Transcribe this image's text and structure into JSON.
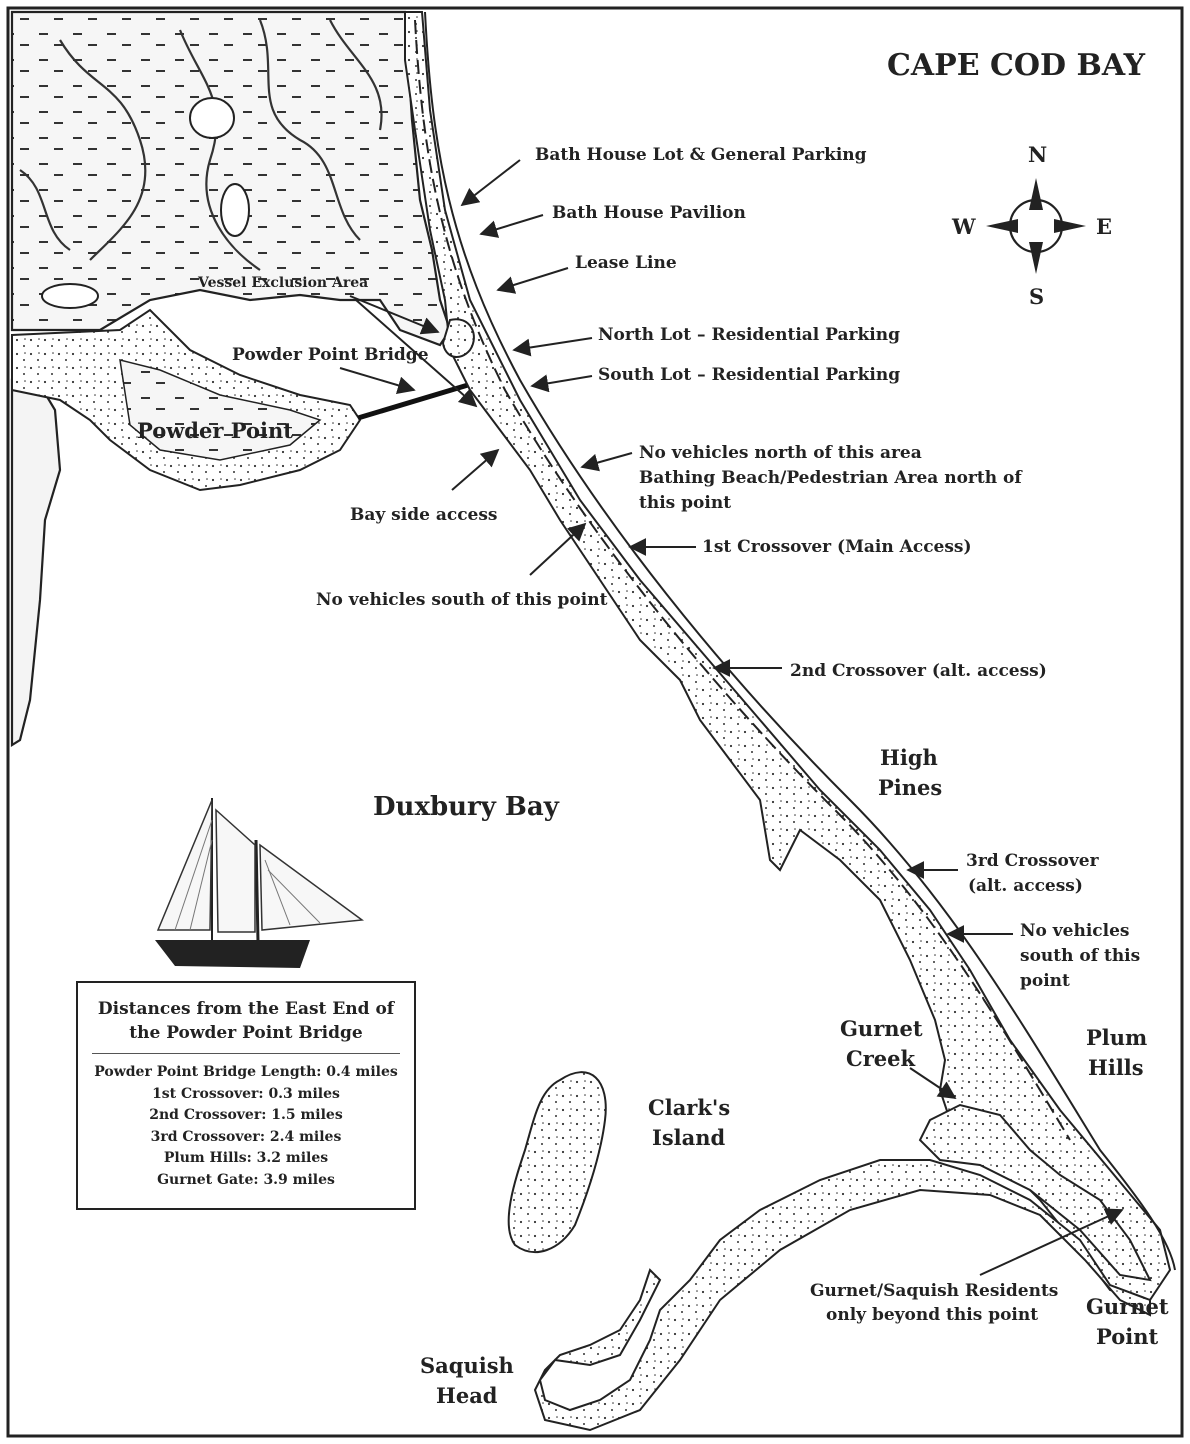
{
  "water_labels": {
    "cape_cod_bay": "CAPE COD BAY",
    "duxbury_bay": "Duxbury Bay"
  },
  "compass": {
    "n": "N",
    "s": "S",
    "e": "E",
    "w": "W"
  },
  "places": {
    "powder_point": "Powder Point",
    "high_pines_1": "High",
    "high_pines_2": "Pines",
    "clarks_island_1": "Clark's",
    "clarks_island_2": "Island",
    "gurnet_creek_1": "Gurnet",
    "gurnet_creek_2": "Creek",
    "plum_hills_1": "Plum",
    "plum_hills_2": "Hills",
    "gurnet_point_1": "Gurnet",
    "gurnet_point_2": "Point",
    "saquish_head_1": "Saquish",
    "saquish_head_2": "Head"
  },
  "annotations": {
    "bath_house_lot": "Bath House Lot & General Parking",
    "bath_house_pavilion": "Bath House Pavilion",
    "lease_line": "Lease Line",
    "vessel_exclusion": "Vessel Exclusion Area",
    "powder_point_bridge": "Powder Point Bridge",
    "north_lot": "North Lot – Residential Parking",
    "south_lot": "South Lot – Residential Parking",
    "no_vehicles_north_1": "No vehicles north of this area",
    "no_vehicles_north_2": "Bathing Beach/Pedestrian Area north of",
    "no_vehicles_north_3": "this point",
    "bay_side_access": "Bay side access",
    "crossover_1": "1st Crossover (Main Access)",
    "no_vehicles_south": "No vehicles south of this point",
    "crossover_2": "2nd Crossover (alt. access)",
    "crossover_3_1": "3rd Crossover",
    "crossover_3_2": "(alt. access)",
    "no_vehicles_south2_1": "No vehicles",
    "no_vehicles_south2_2": "south of this",
    "no_vehicles_south2_3": "point",
    "residents_1": "Gurnet/Saquish Residents",
    "residents_2": "only beyond this point"
  },
  "legend": {
    "title_1": "Distances from the East End of",
    "title_2": "the Powder Point Bridge",
    "rows": [
      "Powder Point Bridge Length: 0.4 miles",
      "1st Crossover: 0.3 miles",
      "2nd Crossover: 1.5 miles",
      "3rd Crossover: 2.4 miles",
      "Plum Hills: 3.2 miles",
      "Gurnet Gate: 3.9 miles"
    ]
  },
  "colors": {
    "ink": "#222222",
    "paper": "#ffffff",
    "land": "#f4f4f4"
  }
}
